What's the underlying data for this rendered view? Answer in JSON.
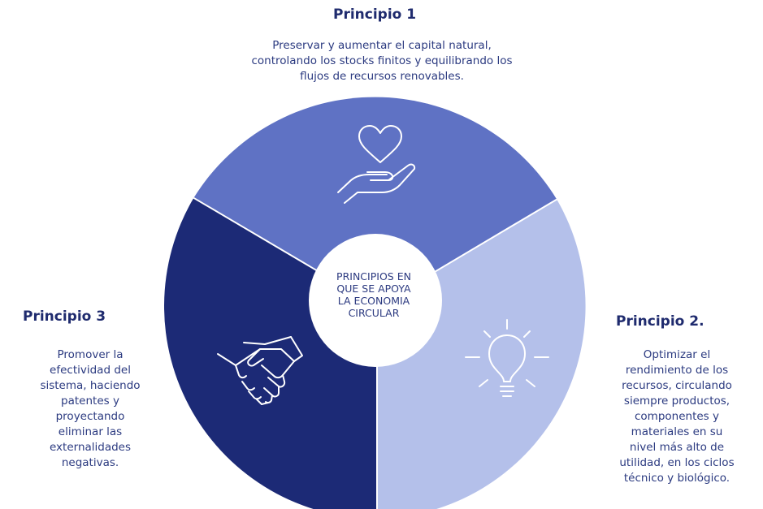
{
  "principles": [
    {
      "heading": "Principio 1",
      "lines": [
        "Preservar y aumentar el capital natural,",
        "controlando los stocks finitos y equilibrando los",
        "flujos de recursos renovables."
      ],
      "icon": "heart-hand-icon",
      "color": "#5f72c4"
    },
    {
      "heading": "Principio 2.",
      "lines": [
        "Optimizar el",
        "rendimiento de los",
        "recursos, circulando",
        "siempre productos,",
        "componentes y",
        "materiales en su",
        "nivel más alto de",
        "utilidad, en los ciclos",
        "técnico y biológico."
      ],
      "icon": "lightbulb-icon",
      "color": "#b4c0ea"
    },
    {
      "heading": "Principio 3",
      "lines": [
        "Promover la",
        "efectividad del",
        "sistema, haciendo",
        "patentes y",
        "proyectando",
        "eliminar las",
        "externalidades",
        "negativas."
      ],
      "icon": "handshake-icon",
      "color": "#1c2a76"
    }
  ],
  "center": {
    "lines": [
      "PRINCIPIOS EN",
      "QUE SE APOYA",
      "LA ECONOMIA",
      "CIRCULAR"
    ]
  }
}
